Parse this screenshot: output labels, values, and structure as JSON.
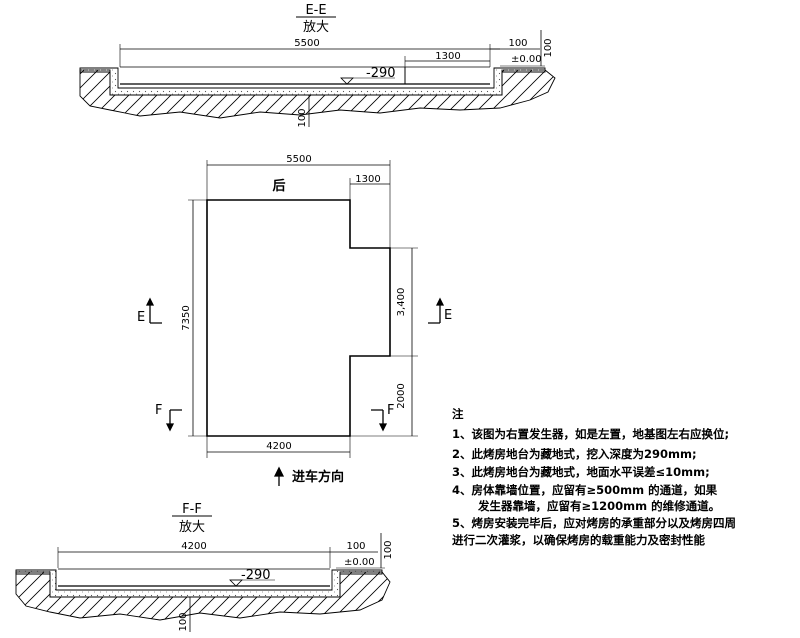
{
  "section_ee": {
    "mark": "E-E",
    "subtitle": "放大",
    "dim_total": "5500",
    "dim_inner": "1300",
    "dim_right": "100",
    "dim_height": "100",
    "level_zero": "±0.00",
    "depth": "-290",
    "dim_below": "100"
  },
  "plan": {
    "dim_top": "5500",
    "dim_top_right": "1300",
    "rear_label": "后",
    "dim_left": "7350",
    "dim_right_mid": "3,400",
    "dim_right_low": "2000",
    "dim_bottom": "4200",
    "cut_e_left": "E",
    "cut_e_right": "E",
    "cut_f_left": "F",
    "cut_f_right": "F",
    "entry_direction": "进车方向"
  },
  "section_ff": {
    "mark": "F-F",
    "subtitle": "放大",
    "dim_total": "4200",
    "dim_right": "100",
    "dim_height": "100",
    "level_zero": "±0.00",
    "depth": "-290",
    "dim_below": "100"
  },
  "notes": {
    "heading": "注",
    "lines": [
      "1、该图为右置发生器，如是左置，地基图左右应换位;",
      "2、此烤房地台为藏地式，挖入深度为290mm;",
      "3、此烤房地台为藏地式，地面水平误差≤10mm;",
      "4、房体靠墙位置，应留有≥500mm 的通道，如果",
      "发生器靠墙，应留有≥1200mm 的维修通道。",
      "5、烤房安装完毕后，应对烤房的承重部分以及烤房四周",
      "进行二次灌浆，以确保烤房的载重能力及密封性能"
    ]
  }
}
